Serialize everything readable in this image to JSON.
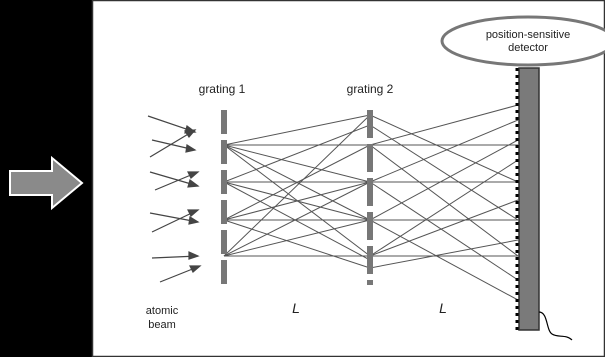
{
  "labels": {
    "grating1": "grating 1",
    "grating2": "grating 2",
    "detector_line1": "position-sensitive",
    "detector_line2": "detector",
    "atomic_line1": "atomic",
    "atomic_line2": "beam",
    "distance1": "L",
    "distance2": "L"
  },
  "colors": {
    "left_panel": "#000000",
    "right_panel": "#ffffff",
    "frame": "#333333",
    "arrow_fill": "#8a8a8a",
    "arrow_stroke": "#ffffff",
    "grating": "#777777",
    "rays": "#444444",
    "detector": "#7a7a7a",
    "ellipse": "#777777",
    "text": "#222222"
  },
  "icons": {
    "pointer": "right-arrow-icon"
  }
}
